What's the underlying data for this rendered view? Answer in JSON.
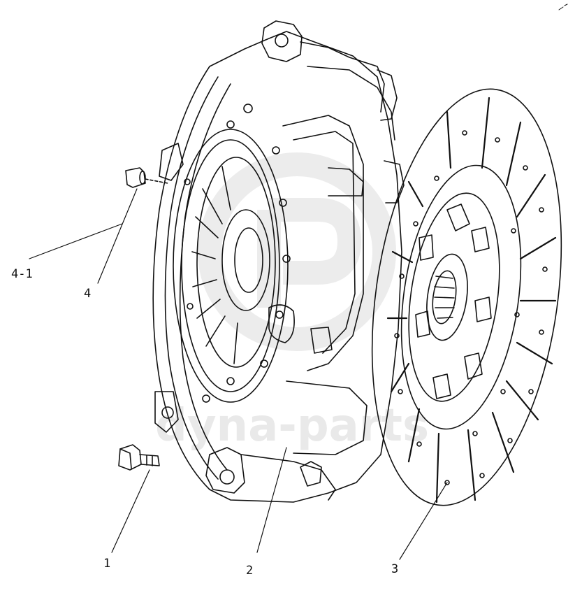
{
  "diagram": {
    "callouts": {
      "c4_1": "4-1",
      "c4": "4",
      "c1": "1",
      "c2": "2",
      "c3": "3"
    },
    "watermark": {
      "text": "dyna-parts"
    }
  },
  "colors": {
    "line": "#111111",
    "watermark": "#d8d8d8"
  }
}
